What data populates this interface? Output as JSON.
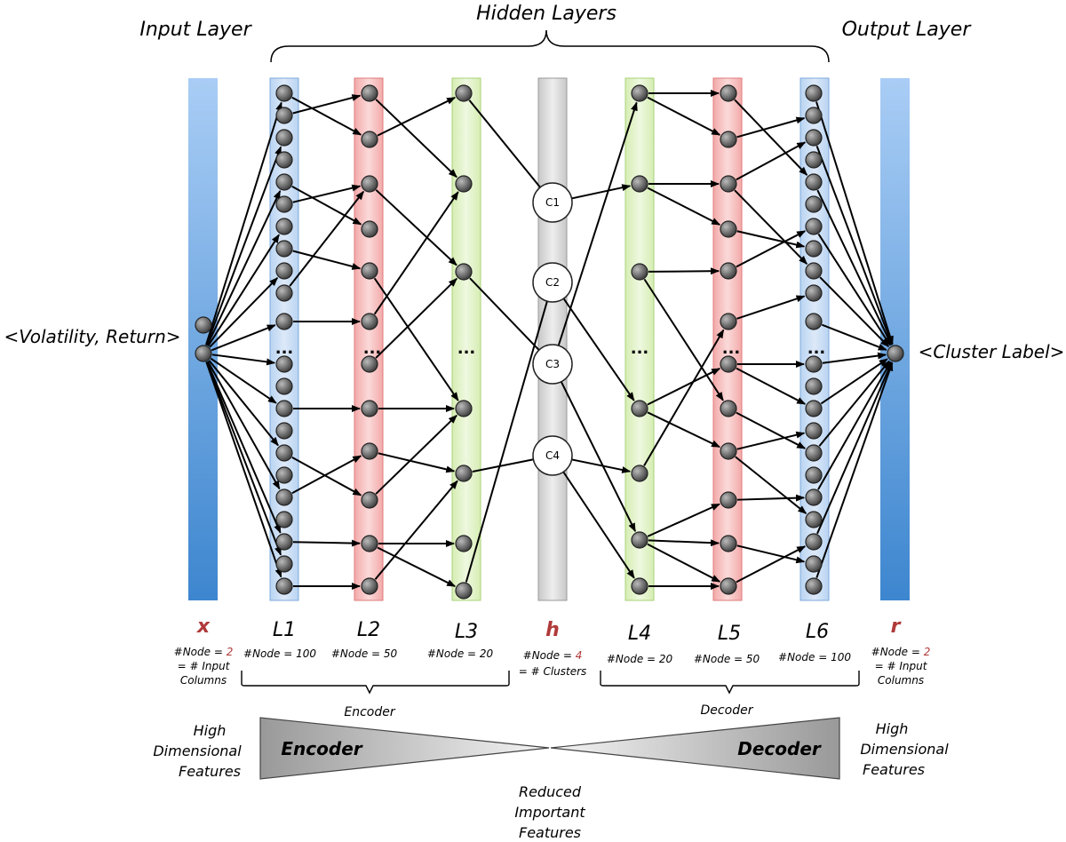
{
  "headings": {
    "input_layer": "Input Layer",
    "hidden_layers": "Hidden Layers",
    "output_layer": "Output Layer"
  },
  "io": {
    "input_text": "<Volatility, Return>",
    "output_text": "<Cluster Label>"
  },
  "layers": [
    {
      "key": "x",
      "name": "x",
      "highlight": true,
      "note": [
        "#Node = 2",
        "= # Input",
        "Columns"
      ],
      "note_highlight": "2"
    },
    {
      "key": "L1",
      "name": "L1",
      "highlight": false,
      "note": [
        "#Node = 100"
      ]
    },
    {
      "key": "L2",
      "name": "L2",
      "highlight": false,
      "note": [
        "#Node = 50"
      ]
    },
    {
      "key": "L3",
      "name": "L3",
      "highlight": false,
      "note": [
        "#Node = 20"
      ]
    },
    {
      "key": "h",
      "name": "h",
      "highlight": true,
      "note": [
        "#Node = 4",
        "= # Clusters"
      ],
      "note_highlight": "4"
    },
    {
      "key": "L4",
      "name": "L4",
      "highlight": false,
      "note": [
        "#Node = 20"
      ]
    },
    {
      "key": "L5",
      "name": "L5",
      "highlight": false,
      "note": [
        "#Node = 50"
      ]
    },
    {
      "key": "L6",
      "name": "L6",
      "highlight": false,
      "note": [
        "#Node = 100"
      ]
    },
    {
      "key": "r",
      "name": "r",
      "highlight": true,
      "note": [
        "#Node = 2",
        "= # Input",
        "Columns"
      ],
      "note_highlight": "2"
    }
  ],
  "clusters": [
    "C1",
    "C2",
    "C3",
    "C4"
  ],
  "ellipsis": "...",
  "groups": {
    "encoder_label": "Encoder",
    "decoder_label": "Decoder"
  },
  "bottom": {
    "left_text": [
      "High",
      "Dimensional",
      "Features"
    ],
    "right_text": [
      "High",
      "Dimensional",
      "Features"
    ],
    "center_text": [
      "Reduced",
      "Important",
      "Features"
    ],
    "encoder_shape_label": "Encoder",
    "decoder_shape_label": "Decoder"
  },
  "colors": {
    "blue_bar": "#5b9bd5",
    "blue_layer": "#c9ddf5",
    "red_layer": "#f7c4c4",
    "green_layer": "#e3f3c9",
    "gray_layer": "#d9d9d9",
    "accent_red": "#b03a3a"
  }
}
